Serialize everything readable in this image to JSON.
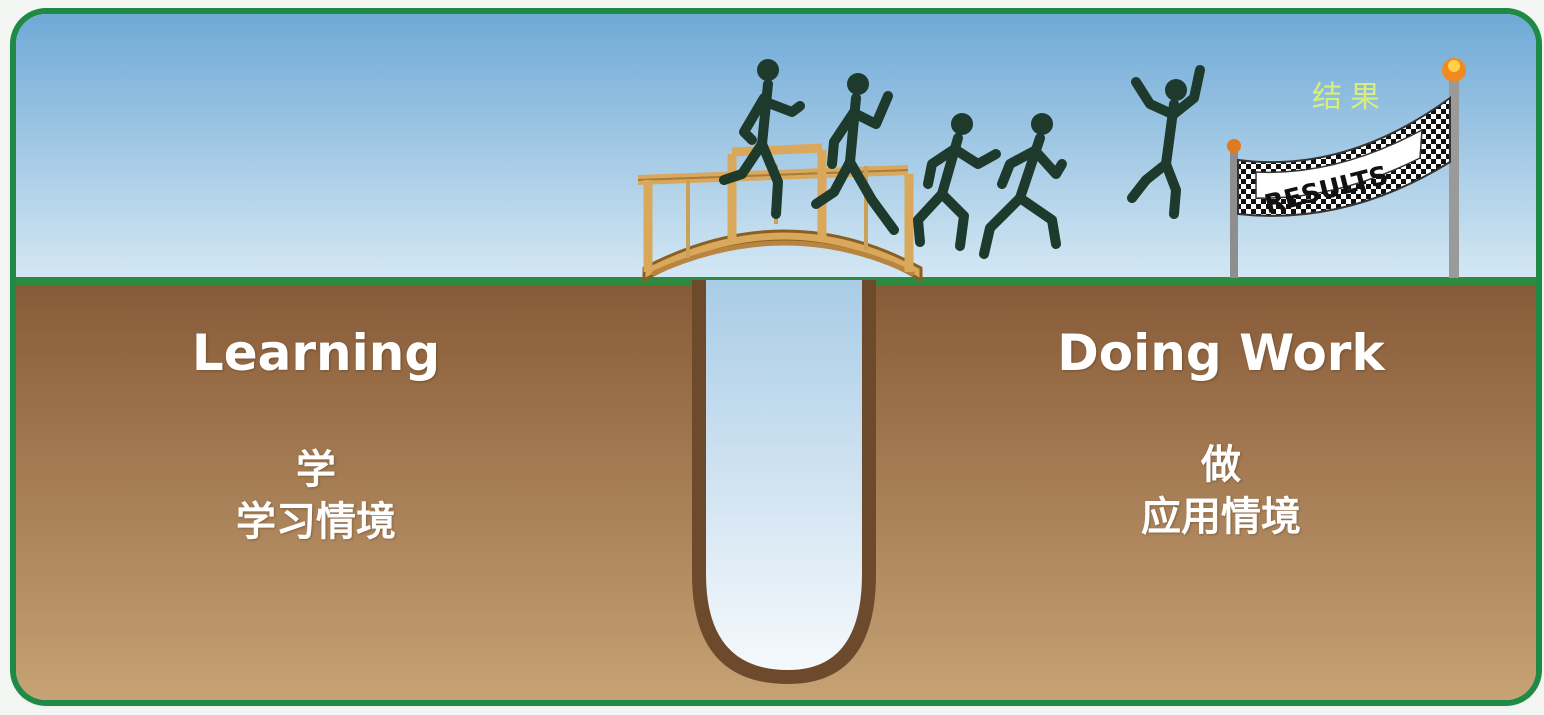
{
  "left_zone": {
    "title": "Learning",
    "subtitle_line1": "学",
    "subtitle_line2": "学习情境"
  },
  "right_zone": {
    "title": "Doing Work",
    "subtitle_line1": "做",
    "subtitle_line2": "应用情境"
  },
  "finish": {
    "banner_text": "RESULTS",
    "caption": "结果"
  },
  "colors": {
    "frame_border": "#1f8a45",
    "sky_top": "#7eb6dc",
    "sky_bottom": "#dcecf5",
    "ground_top": "#8b5e3c",
    "ground_bottom": "#c09a6b",
    "figure": "#1d3a2c",
    "bridge": "#d8a55a",
    "caption_color": "#d8ee7c"
  },
  "icons": {
    "bridge": "wooden-bridge-icon",
    "runners": "running-person-icon",
    "finish_banner": "checkered-flag-banner-icon"
  }
}
